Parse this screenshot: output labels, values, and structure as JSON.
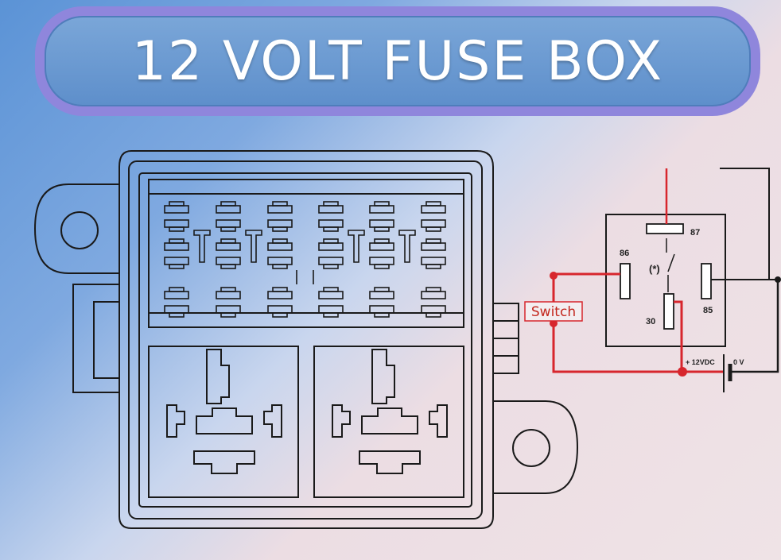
{
  "title": "12 VOLT FUSE BOX",
  "relay": {
    "switch_label": "Switch",
    "pin_87": "87",
    "pin_86": "86",
    "pin_85": "85",
    "pin_30": "30",
    "contact_symbol": "(*)",
    "supply_positive": "+ 12VDC",
    "supply_ground": "0 V"
  },
  "colors": {
    "wire": "#d7262d",
    "outline": "#1a1a1a",
    "banner_border": "#8f86dc"
  }
}
